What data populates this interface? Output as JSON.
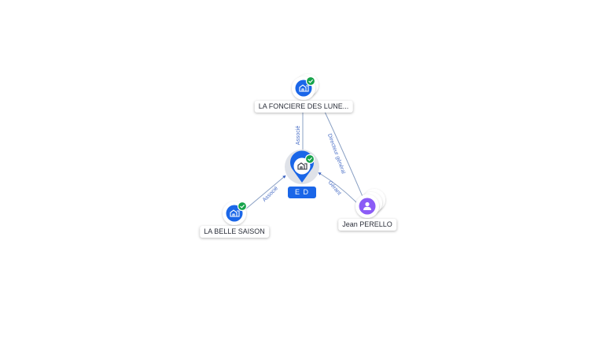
{
  "nodes": {
    "center": {
      "label": "E D",
      "type": "company",
      "verified": true,
      "accent": "#1a66e8"
    },
    "fonciere": {
      "label": "LA FONCIERE DES LUNE...",
      "type": "company",
      "verified": true
    },
    "belle_saison": {
      "label": "LA BELLE SAISON",
      "type": "company",
      "verified": true
    },
    "perello": {
      "label": "Jean PERELLO",
      "type": "person"
    }
  },
  "edges": {
    "fonciere_center": "Associé",
    "belle_center": "Associé",
    "perello_center": "Gérant",
    "perello_fonciere": "Directeur général"
  },
  "colors": {
    "company": "#1a66e8",
    "person": "#8b5cf6",
    "verified": "#16a34a",
    "edge": "#8aa0c4"
  },
  "icons": {
    "company": "building-icon",
    "person": "person-icon",
    "verified": "check-badge-icon"
  }
}
